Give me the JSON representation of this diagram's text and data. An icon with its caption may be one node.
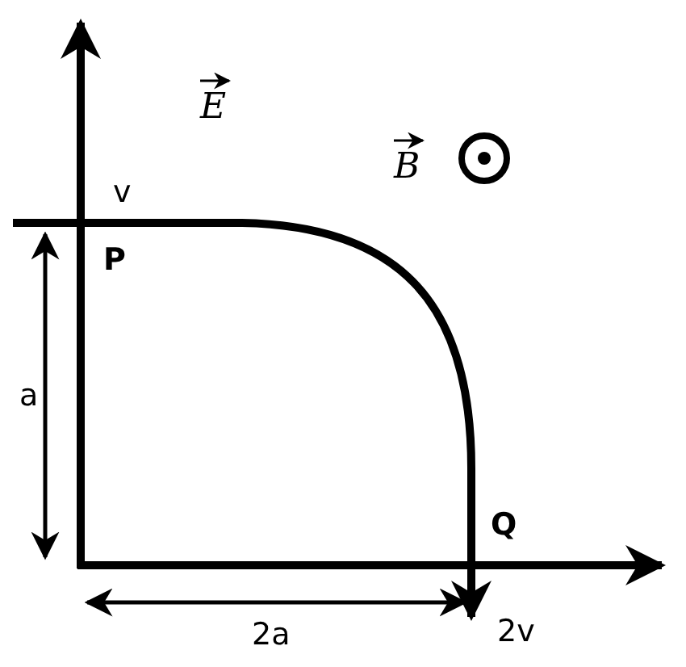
{
  "diagram": {
    "labels": [
      "E",
      "B",
      "v",
      "P",
      "a",
      "Q",
      "2a",
      "2v"
    ]
  }
}
